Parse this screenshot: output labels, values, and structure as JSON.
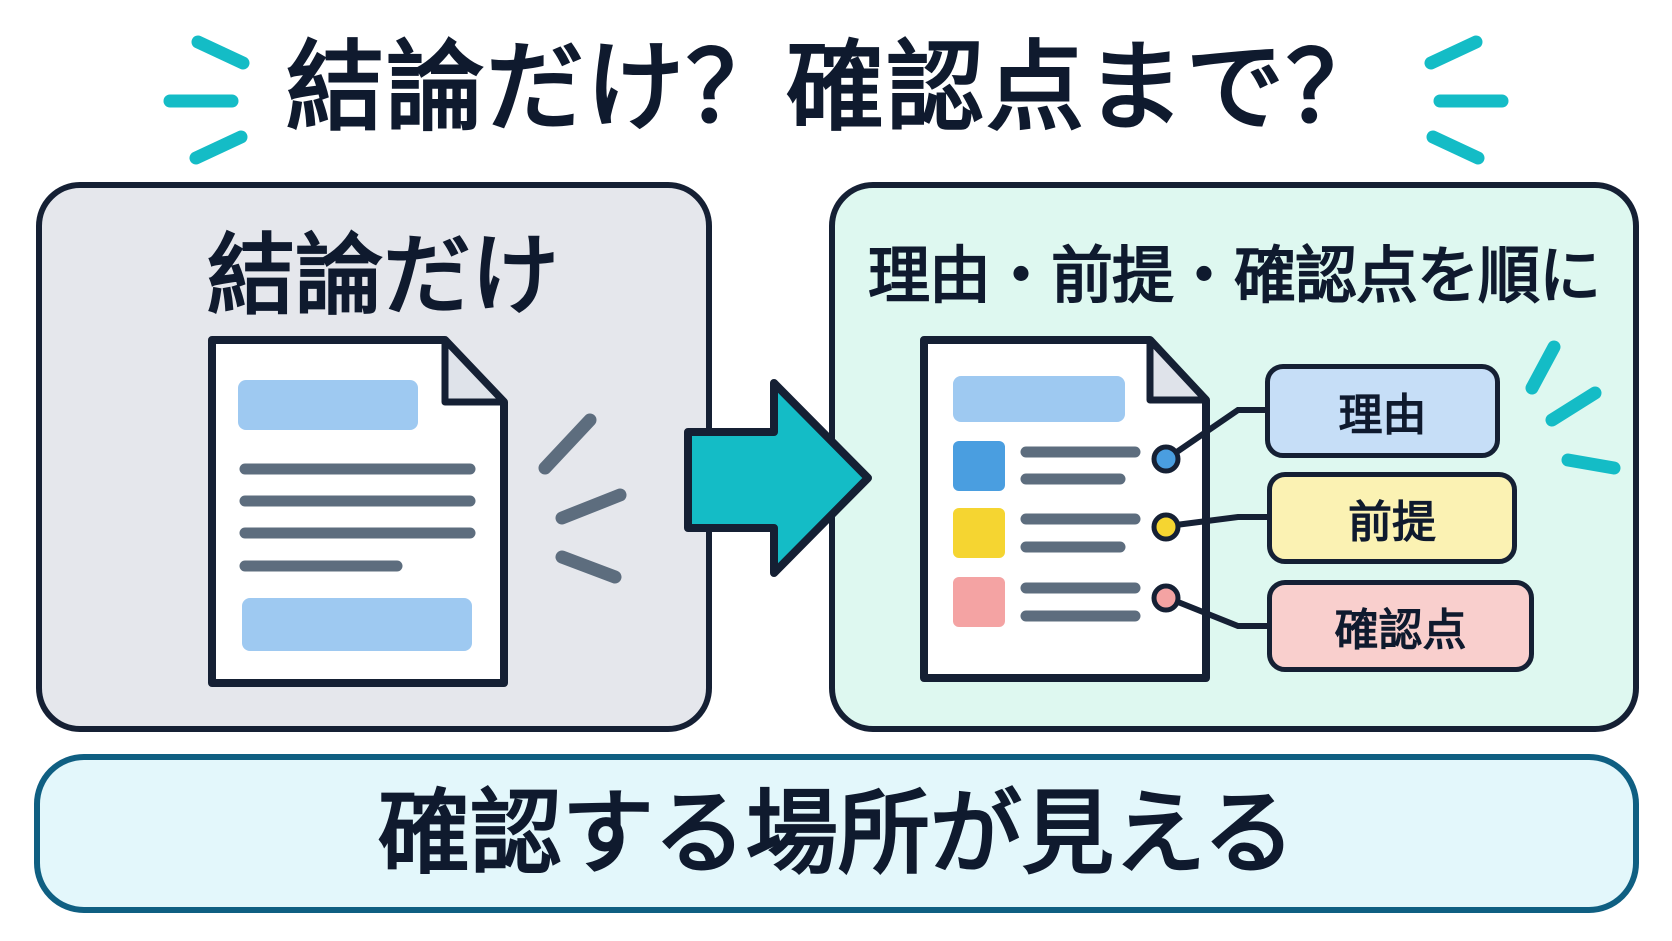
{
  "title": "結論だけ？確認点まで？",
  "left_panel": {
    "title": "結論だけ"
  },
  "right_panel": {
    "title": "理由・前提・確認点を順に",
    "tags": [
      {
        "label": "理由",
        "color": "#c6def7",
        "marker": "#4a9ee0"
      },
      {
        "label": "前提",
        "color": "#fbf2b3",
        "marker": "#f5d531"
      },
      {
        "label": "確認点",
        "color": "#f9cfcd",
        "marker": "#f4a3a3"
      }
    ]
  },
  "footer": {
    "text": "確認する場所が見える"
  },
  "colors": {
    "accent": "#14bcc6",
    "outline": "#152034",
    "left_bg": "#e5e7ec",
    "right_bg": "#def8f0",
    "footer_border": "#0f5f82",
    "footer_bg": "#e3f7fb",
    "doc_block": "#9ec9f1",
    "doc_line": "#5d6d7e"
  }
}
